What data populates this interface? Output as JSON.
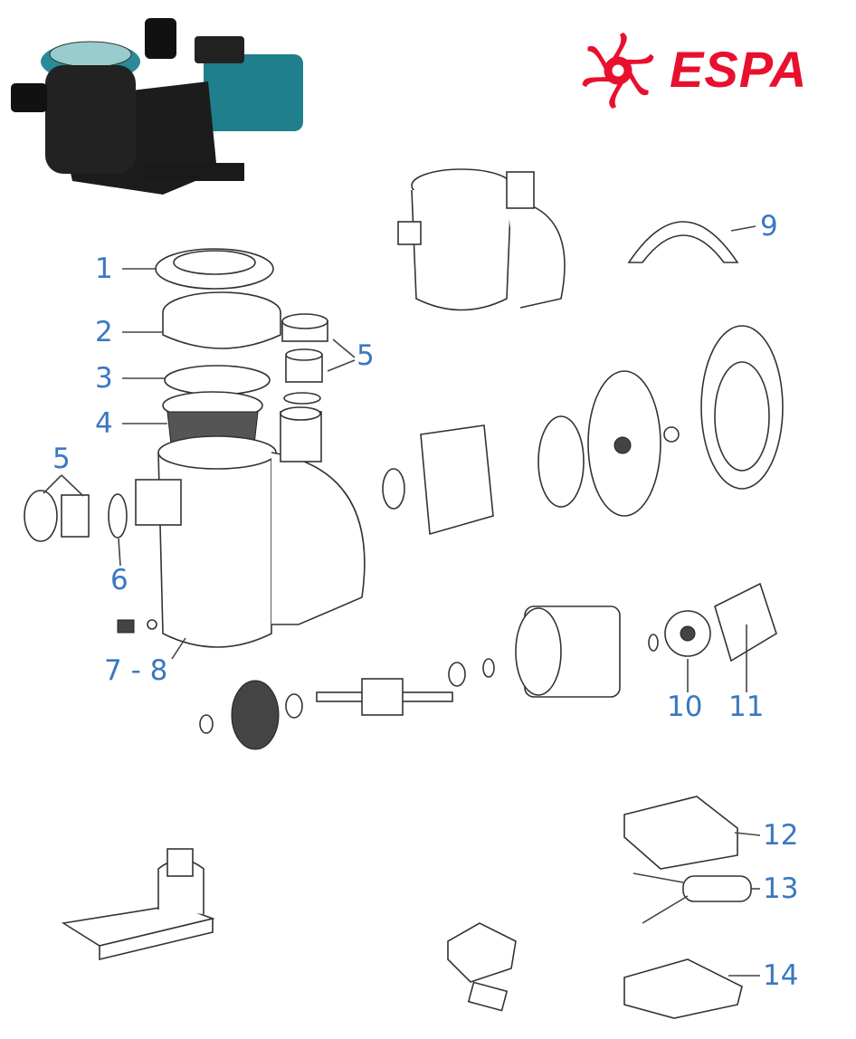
{
  "brand": {
    "name": "ESPA",
    "color": "#e8102e"
  },
  "label_color": "#3a78c0",
  "part_labels": [
    {
      "id": "1",
      "text": "1"
    },
    {
      "id": "2",
      "text": "2"
    },
    {
      "id": "3",
      "text": "3"
    },
    {
      "id": "4",
      "text": "4"
    },
    {
      "id": "5a",
      "text": "5"
    },
    {
      "id": "5b",
      "text": "5"
    },
    {
      "id": "6",
      "text": "6"
    },
    {
      "id": "7-8",
      "text": "7 - 8"
    },
    {
      "id": "9",
      "text": "9"
    },
    {
      "id": "10",
      "text": "10"
    },
    {
      "id": "11",
      "text": "11"
    },
    {
      "id": "12",
      "text": "12"
    },
    {
      "id": "13",
      "text": "13"
    },
    {
      "id": "14",
      "text": "14"
    }
  ]
}
